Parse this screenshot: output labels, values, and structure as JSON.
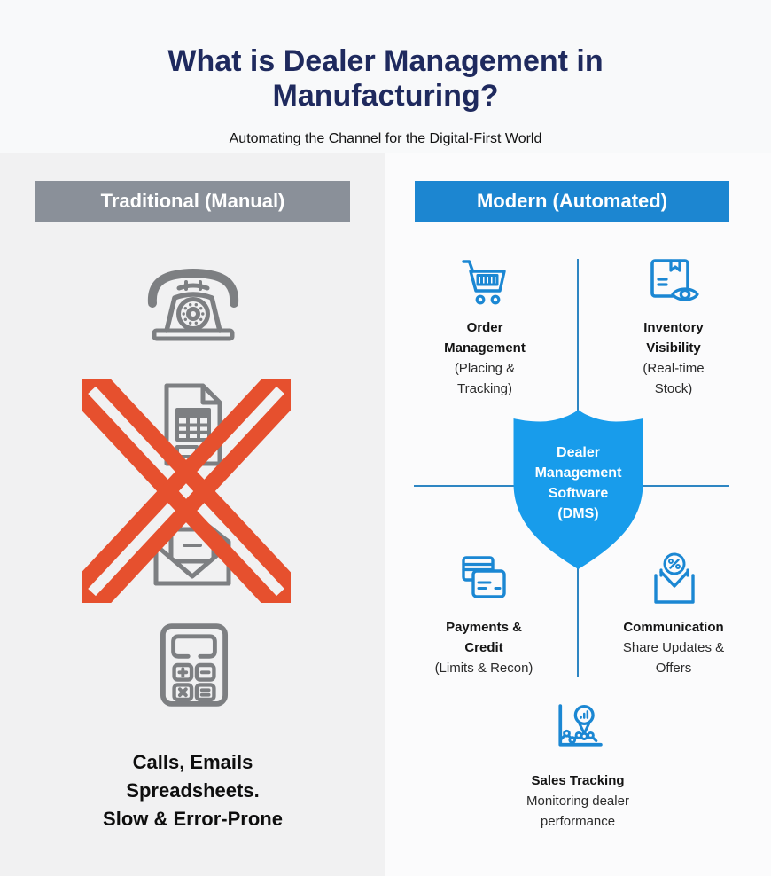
{
  "page": {
    "title": "What is Dealer Management in Manufacturing?",
    "subtitle": "Automating the Channel for the Digital-First World"
  },
  "traditional": {
    "header": "Traditional (Manual)",
    "icons": [
      "rotary-phone-icon",
      "spreadsheet-document-icon",
      "open-envelope-icon",
      "red-cross-x-mark",
      "calculator-icon"
    ],
    "caption_lines": [
      "Calls, Emails",
      "Spreadsheets.",
      "Slow & Error-Prone"
    ]
  },
  "modern": {
    "header": "Modern (Automated)",
    "features": [
      {
        "icon": "shopping-cart-icon",
        "label": "Order Management",
        "sub": "(Placing & Tracking)"
      },
      {
        "icon": "package-eye-icon",
        "label": "Inventory Visibility",
        "sub": "(Real-time Stock)"
      },
      {
        "icon": "credit-cards-icon",
        "label": "Payments & Credit",
        "sub": "(Limits & Recon)"
      },
      {
        "icon": "envelope-offer-icon",
        "label": "Communication",
        "sub": "Share Updates & Offers"
      },
      {
        "icon": "sales-chart-pin-icon",
        "label": "Sales Tracking",
        "sub": "Monitoring dealer performance"
      }
    ],
    "shield_lines": [
      "Dealer",
      "Management",
      "Software",
      "(DMS)"
    ]
  },
  "colors": {
    "title_navy": "#1f2a5e",
    "traditional_gray": "#8a9099",
    "modern_blue": "#1c86d1",
    "shield_blue": "#189ceb",
    "icon_blue": "#1b87d3",
    "cross_red": "#e6502e",
    "icon_gray": "#7d7f82"
  }
}
